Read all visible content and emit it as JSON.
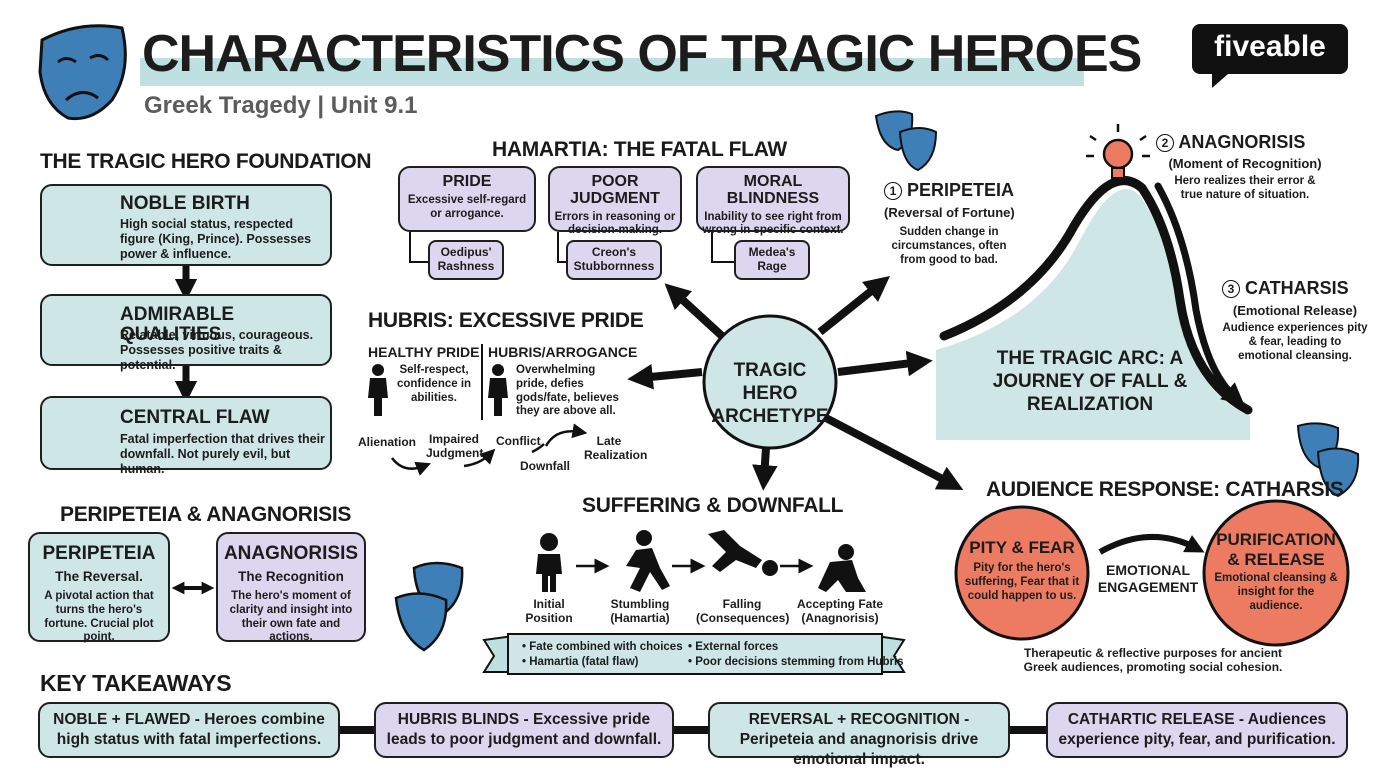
{
  "header": {
    "title": "CHARACTERISTICS OF TRAGIC HEROES",
    "subtitle": "Greek Tragedy | Unit 9.1",
    "logo": "fiveable",
    "accent": "#bfe0e0"
  },
  "foundation": {
    "heading": "THE TRAGIC HERO FOUNDATION",
    "items": [
      {
        "title": "NOBLE BIRTH",
        "text": "High social status, respected figure (King, Prince). Possesses power & influence.",
        "icon": "crown-icon"
      },
      {
        "title": "ADMIRABLE QUALITIES",
        "text": "Relatable, virtuous, courageous. Possesses positive traits & potential.",
        "icon": "star-icon"
      },
      {
        "title": "CENTRAL FLAW",
        "text": "Fatal imperfection that drives their downfall. Not purely evil, but human.",
        "icon": "cracked-heart-icon"
      }
    ]
  },
  "per_anag": {
    "heading": "PERIPETEIA & ANAGNORISIS",
    "left": {
      "title": "PERIPETEIA",
      "subtitle": "The Reversal.",
      "text": "A pivotal action that turns the hero's fortune. Crucial plot point."
    },
    "right": {
      "title": "ANAGNORISIS",
      "subtitle": "The Recognition",
      "text": "The hero's moment of clarity and insight into their own fate and actions."
    }
  },
  "hamartia": {
    "heading": "HAMARTIA: THE FATAL FLAW",
    "items": [
      {
        "title": "PRIDE",
        "text": "Excessive self-regard or arrogance.",
        "example": "Oedipus' Rashness"
      },
      {
        "title": "POOR JUDGMENT",
        "text": "Errors in reasoning or decision-making.",
        "example": "Creon's Stubbornness"
      },
      {
        "title": "MORAL BLINDNESS",
        "text": "Inability to see right from wrong in specific context.",
        "example": "Medea's Rage"
      }
    ]
  },
  "hubris": {
    "heading": "HUBRIS: EXCESSIVE PRIDE",
    "healthy": {
      "title": "HEALTHY PRIDE",
      "text": "Self-respect, confidence in abilities."
    },
    "arrogance": {
      "title": "HUBRIS/ARROGANCE",
      "text": "Overwhelming pride, defies gods/fate, believes they are above all."
    },
    "flow": [
      "Alienation",
      "Impaired Judgment",
      "Conflict",
      "Downfall",
      "Late Realization"
    ]
  },
  "center": {
    "label": "TRAGIC HERO ARCHETYPE"
  },
  "suffering": {
    "heading": "SUFFERING & DOWNFALL",
    "stages": [
      "Initial Position",
      "Stumbling (Hamartia)",
      "Falling (Consequences)",
      "Accepting Fate (Anagnorisis)"
    ],
    "banner": [
      "• Fate combined with choices",
      "• Hamartia (fatal flaw)",
      "• External forces",
      "• Poor decisions stemming from Hubris"
    ]
  },
  "arc": {
    "label": "THE TRAGIC ARC: A JOURNEY OF FALL & REALIZATION",
    "peripeteia": {
      "num": "1",
      "title": "PERIPETEIA",
      "subtitle": "(Reversal of Fortune)",
      "text": "Sudden change in circumstances, often from good to bad."
    },
    "anagnorisis": {
      "num": "2",
      "title": "ANAGNORISIS",
      "subtitle": "(Moment of Recognition)",
      "text": "Hero realizes their error & true nature of situation."
    },
    "catharsis": {
      "num": "3",
      "title": "CATHARSIS",
      "subtitle": "(Emotional Release)",
      "text": "Audience experiences pity & fear, leading to emotional cleansing."
    }
  },
  "audience": {
    "heading": "AUDIENCE RESPONSE: CATHARSIS",
    "pity": {
      "title": "PITY & FEAR",
      "text": "Pity for the hero's suffering, Fear that it could happen to us."
    },
    "middle": "EMOTIONAL ENGAGEMENT",
    "purification": {
      "title": "PURIFICATION & RELEASE",
      "text": "Emotional cleansing & insight for the audience."
    },
    "note": "Therapeutic & reflective purposes for ancient Greek audiences, promoting social cohesion."
  },
  "takeaways": {
    "heading": "KEY TAKEAWAYS",
    "items": [
      {
        "bold": "NOBLE + FLAWED",
        "text": " - Heroes combine high status with fatal imperfections."
      },
      {
        "bold": "HUBRIS BLINDS",
        "text": " - Excessive pride leads to poor judgment and downfall."
      },
      {
        "bold": "REVERSAL + RECOGNITION",
        "text": " - Peripeteia and anagnorisis drive emotional impact."
      },
      {
        "bold": "CATHARTIC RELEASE",
        "text": " - Audiences experience pity, fear, and purification."
      }
    ]
  }
}
